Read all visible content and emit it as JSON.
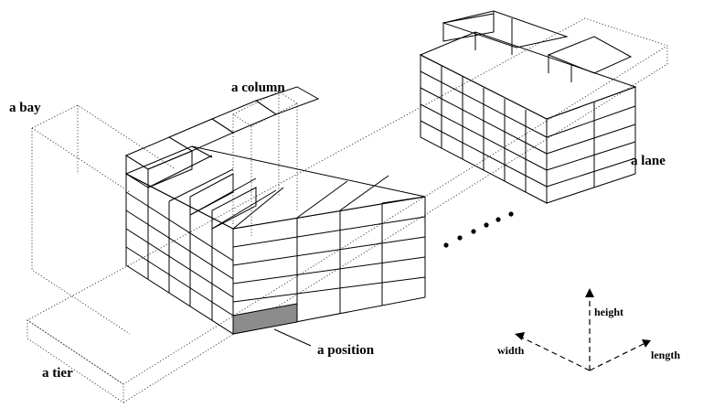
{
  "labels": {
    "bay": "a bay",
    "column": "a column",
    "lane": "a lane",
    "tier": "a tier",
    "position": "a position"
  },
  "axes": {
    "height": "height",
    "width": "width",
    "length": "length"
  },
  "colors": {
    "line": "#000000",
    "highlight": "#8c8c8c",
    "background": "#ffffff"
  }
}
